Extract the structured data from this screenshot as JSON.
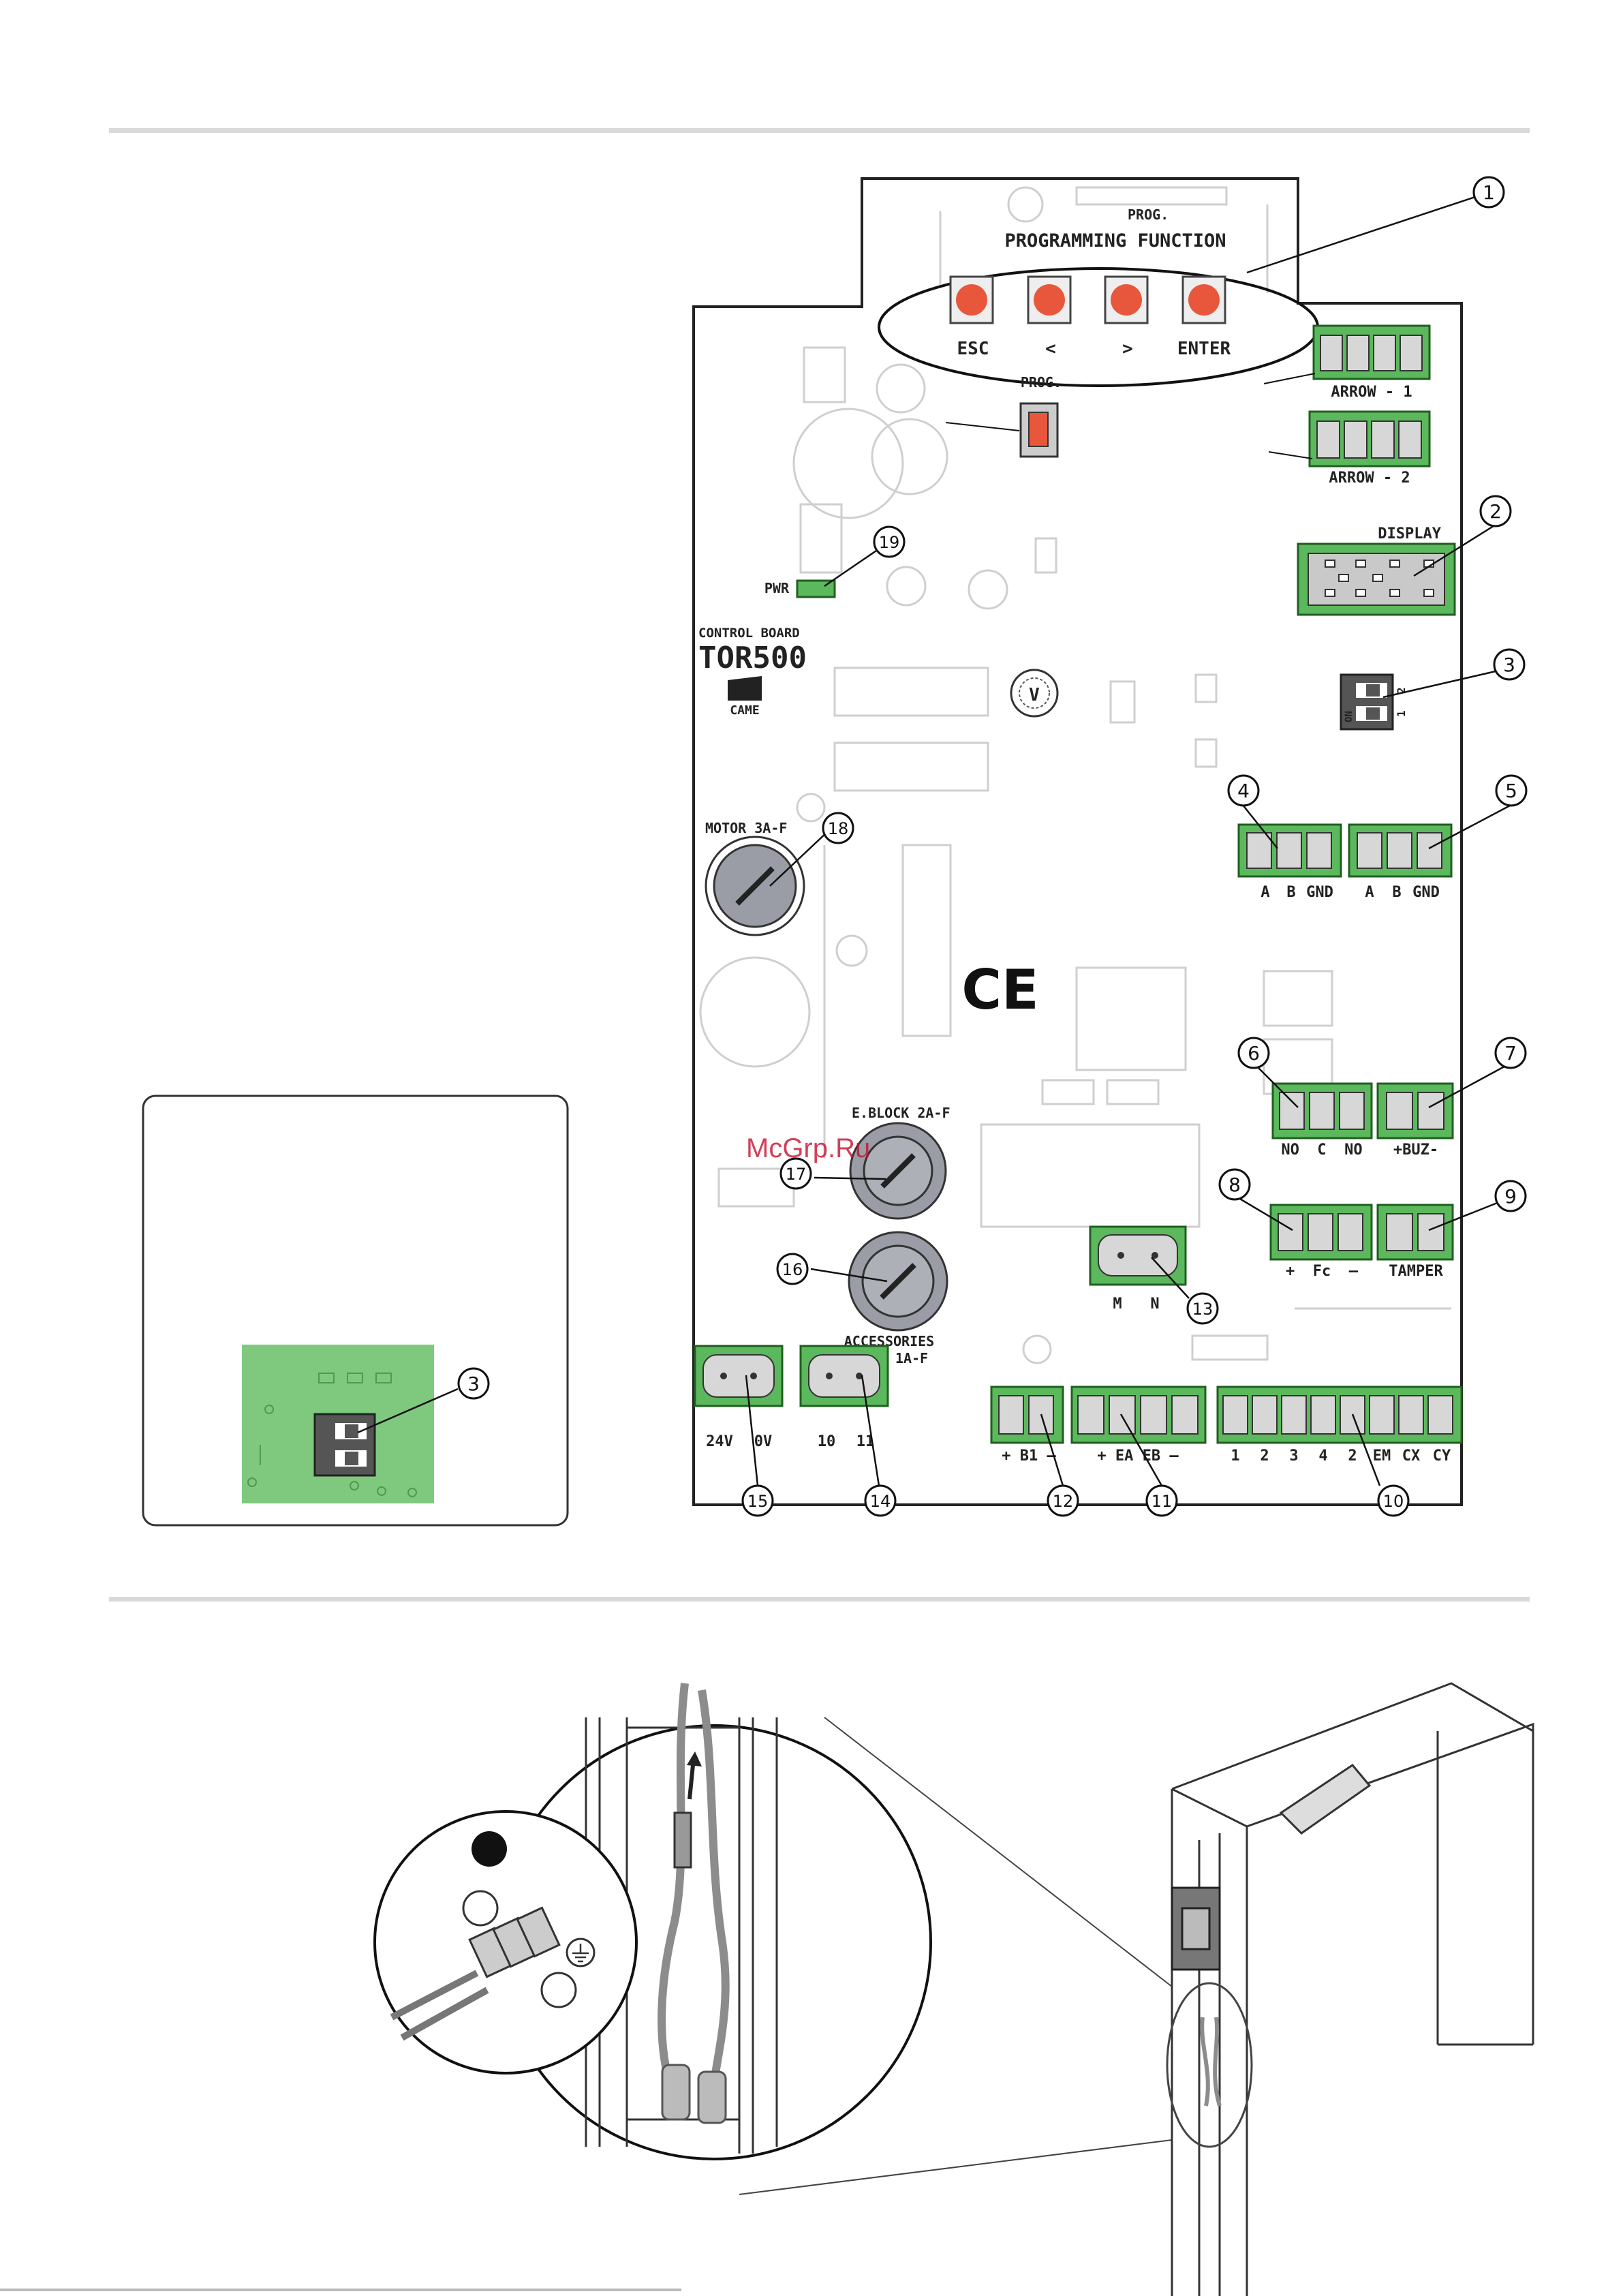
{
  "watermark": "McGrp.Ru",
  "board": {
    "brand_line": "CONTROL BOARD",
    "model": "TOR500",
    "maker": "CAME",
    "ce_mark": "CE",
    "prog_header": "PROG.",
    "programming_title": "PROGRAMMING FUNCTION",
    "buttons": [
      "ESC",
      "<",
      ">",
      "ENTER"
    ],
    "prog_label": "PROG.",
    "pwr_label": "PWR",
    "display_label": "DISPLAY",
    "v_label": "V",
    "dip_on": "ON",
    "dip_nums": [
      "2",
      "1"
    ],
    "fuse_motor": "MOTOR 3A-F",
    "fuse_eblock": "E.BLOCK 2A-F",
    "fuse_acc_1": "ACCESSORIES",
    "fuse_acc_2": "1A-F"
  },
  "terminals": {
    "arrow1": "ARROW - 1",
    "arrow2": "ARROW - 2",
    "t4": [
      "A",
      "B",
      "GND"
    ],
    "t5": [
      "A",
      "B",
      "GND"
    ],
    "t6": "NO  C  NO",
    "t7": "+BUZ-",
    "t8": "+  Fc  –",
    "t9": "TAMPER",
    "t13": [
      "M",
      "N"
    ],
    "t15": [
      "24V",
      "0V"
    ],
    "t14": [
      "10",
      "11"
    ],
    "t12": "+ B1 –",
    "t11": "+ EA EB –",
    "t10": [
      "1",
      "2",
      "3",
      "4",
      "2",
      "EM",
      "CX",
      "CY"
    ]
  },
  "callouts": [
    "1",
    "2",
    "3",
    "4",
    "5",
    "6",
    "7",
    "8",
    "9",
    "10",
    "11",
    "12",
    "13",
    "14",
    "15",
    "16",
    "17",
    "18",
    "19"
  ],
  "inset_callout": "3",
  "step_badge": "1",
  "colors": {
    "terminal_green": "#5cb85c",
    "button_red": "#e8573c",
    "inset_green": "#7fc97f",
    "fuse_grey": "#9a9da6"
  }
}
